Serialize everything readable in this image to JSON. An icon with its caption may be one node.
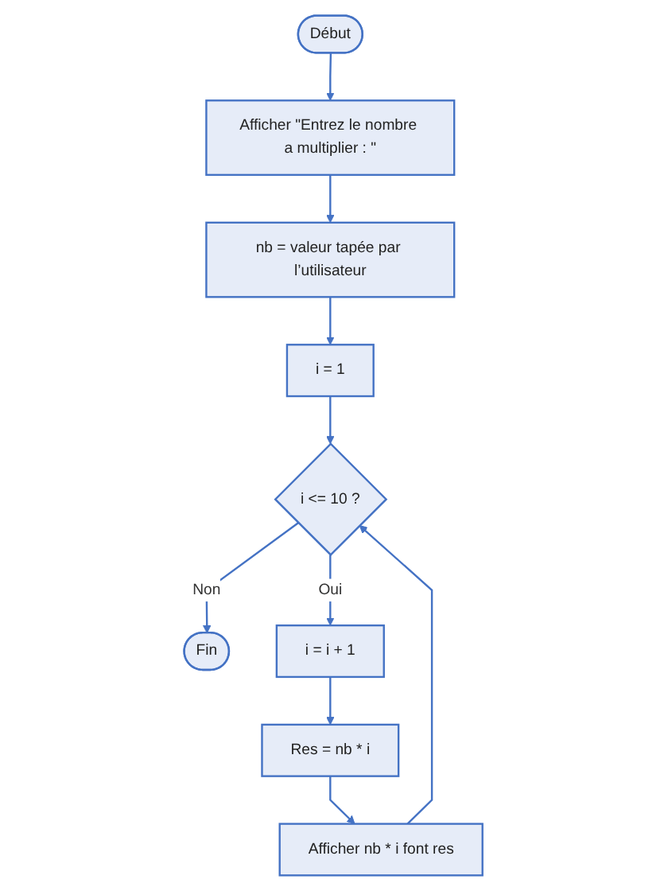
{
  "diagram": {
    "nodes": [
      {
        "text": [
          "Début"
        ]
      },
      {
        "text": [
          "Afficher \"Entrez le nombre a multiplier : \""
        ]
      },
      {
        "text": [
          "nb = valeur tapée par l’utilisateur"
        ]
      },
      {
        "text": [
          "i = 1"
        ]
      },
      {
        "text": [
          "i <= 10 ?"
        ]
      },
      {
        "text": [
          "Fin"
        ]
      },
      {
        "text": [
          "i = i + 1"
        ]
      },
      {
        "text": [
          "Res = nb * i"
        ]
      },
      {
        "text": [
          "Afficher nb * i font res"
        ]
      }
    ],
    "edges": [
      {
        "from": 0,
        "to": 1,
        "arrow": "to"
      },
      {
        "from": 1,
        "to": 2,
        "arrow": "to"
      },
      {
        "from": 2,
        "to": 3,
        "arrow": "to"
      },
      {
        "from": 3,
        "to": 4,
        "arrow": "to"
      },
      {
        "from": 4,
        "to": 5,
        "arrow": "to",
        "label": "Non"
      },
      {
        "from": 4,
        "to": 6,
        "arrow": "to",
        "label": "Oui"
      },
      {
        "from": 6,
        "to": 7,
        "arrow": "to"
      },
      {
        "from": 7,
        "to": 8,
        "arrow": "to"
      },
      {
        "from": 8,
        "to": 4,
        "arrow": "to"
      }
    ]
  }
}
